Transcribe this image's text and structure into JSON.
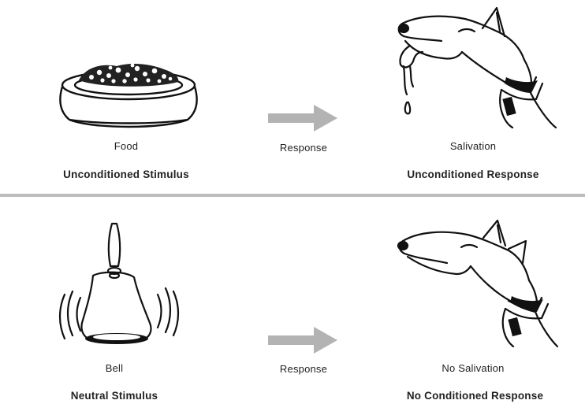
{
  "top_row": {
    "left_label": "Food",
    "left_sublabel": "Unconditioned Stimulus",
    "middle_label": "Response",
    "right_label": "Salivation",
    "right_sublabel": "Unconditioned Response",
    "left_icon": "food-bowl-icon",
    "right_icon": "salivating-dog-icon"
  },
  "bottom_row": {
    "left_label": "Bell",
    "left_sublabel": "Neutral Stimulus",
    "middle_label": "Response",
    "right_label": "No Salivation",
    "right_sublabel": "No Conditioned Response",
    "left_icon": "ringing-bell-icon",
    "right_icon": "dog-icon"
  },
  "colors": {
    "arrow": "#b3b3b3",
    "divider": "#bdbdbd",
    "line_art": "#111111"
  }
}
